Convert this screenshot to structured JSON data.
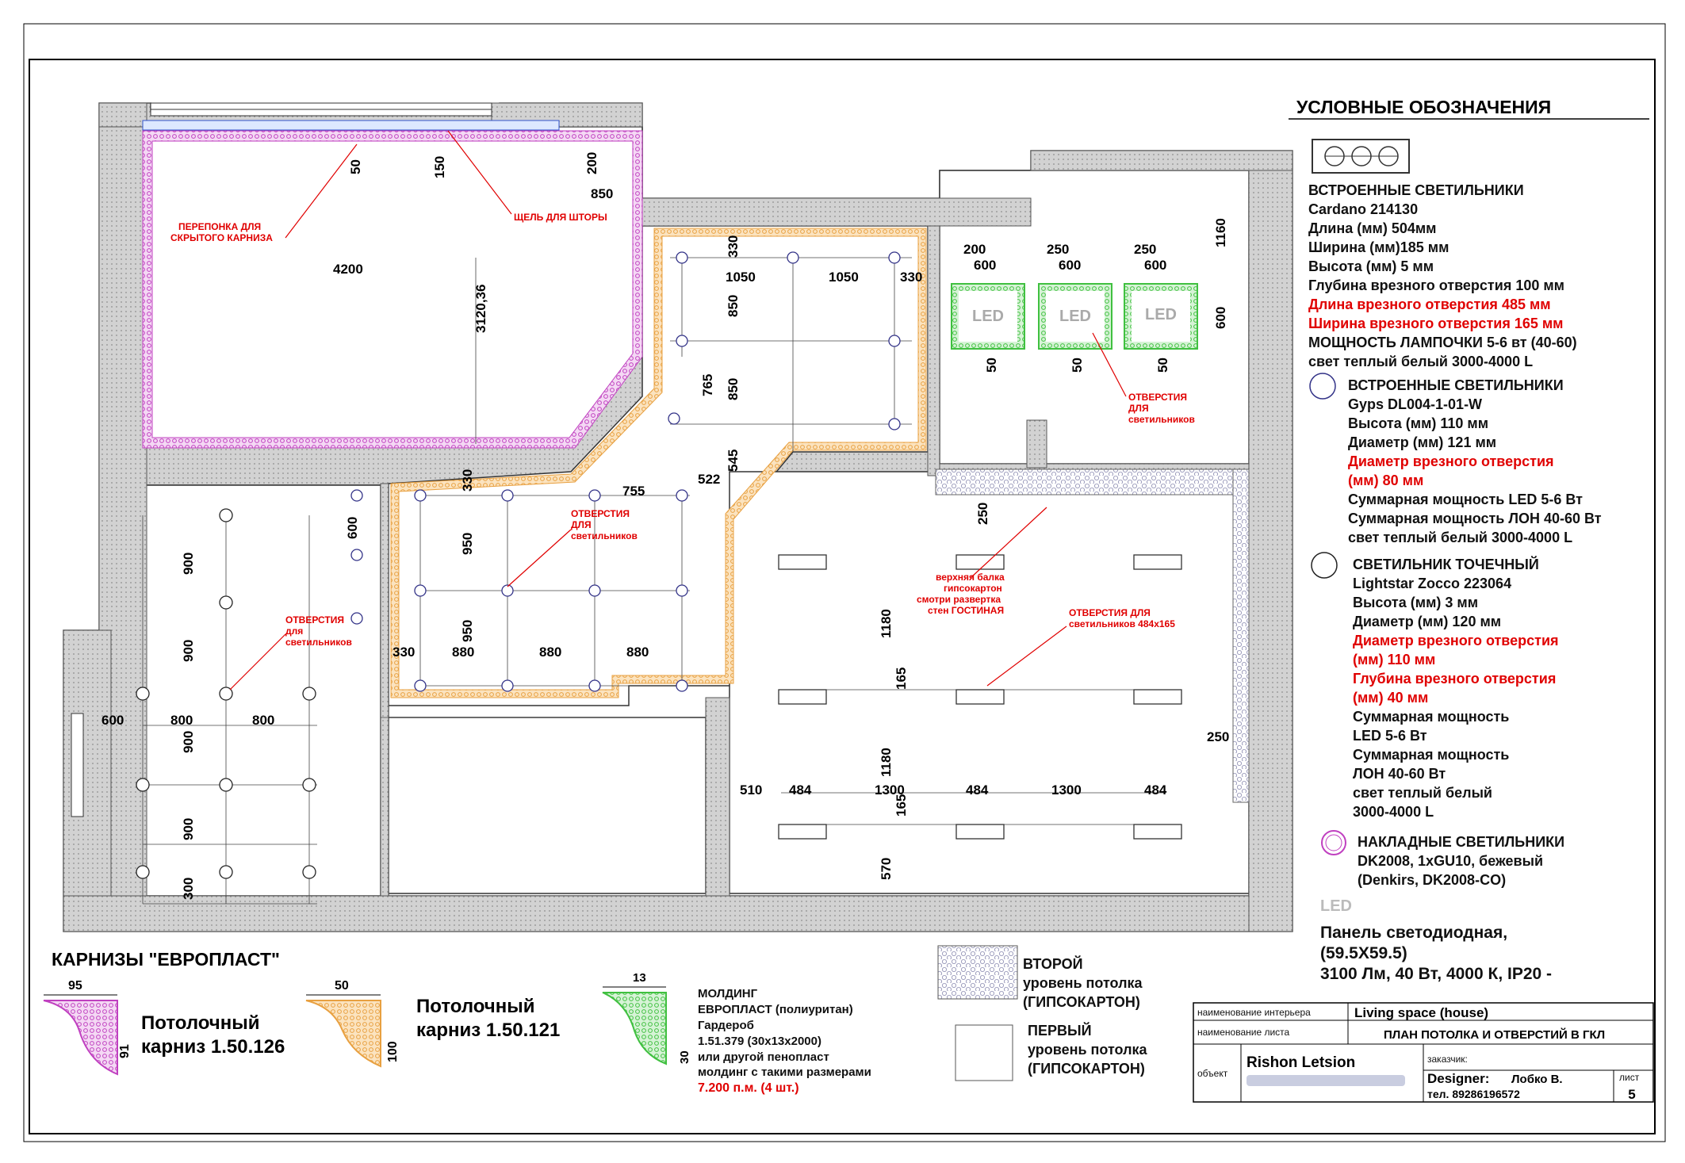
{
  "legend": {
    "title": "УСЛОВНЫЕ ОБОЗНАЧЕНИЯ",
    "recessed_panel": {
      "title": "ВСТРОЕННЫЕ СВЕТИЛЬНИКИ",
      "model": "Cardano 214130",
      "length": "Длина (мм) 504мм",
      "width": "Ширина (мм)185 мм",
      "height": "Высота (мм) 5 мм",
      "cut_depth": "Глубина врезного отверстия  100 мм",
      "cut_length": "Длина врезного отверстия  485 мм",
      "cut_width": "Ширина врезного отверстия 165 мм",
      "power": "МОЩНОСТЬ ЛАМПОЧКИ 5-6 вт (40-60)",
      "light": "свет теплый белый 3000-4000 L"
    },
    "recessed_round": {
      "title": "ВСТРОЕННЫЕ СВЕТИЛЬНИКИ",
      "model": "Gyps DL004-1-01-W",
      "height": "Высота (мм) 110 мм",
      "diameter": "Диаметр (мм) 121 мм",
      "cut_diameter_1": "Диаметр врезного отверстия",
      "cut_diameter_2": "(мм) 80 мм",
      "power_led": "Суммарная мощность LED 5-6 Вт",
      "power_lon": "Суммарная мощность ЛОН 40-60 Вт",
      "light": "свет теплый белый 3000-4000 L"
    },
    "spot": {
      "title": "СВЕТИЛЬНИК ТОЧЕЧНЫЙ",
      "model": "Lightstar Zocco 223064",
      "height": "Высота (мм) 3 мм",
      "diameter": "Диаметр (мм) 120 мм",
      "cut_diameter_1": "Диаметр врезного отверстия",
      "cut_diameter_2": "(мм) 110 мм",
      "cut_depth_1": "Глубина врезного отверстия",
      "cut_depth_2": "(мм) 40 мм",
      "power_1": "Суммарная мощность",
      "power_2": "LED 5-6 Вт",
      "power_3": "Суммарная мощность",
      "power_4": "ЛОН 40-60 Вт",
      "light_1": "свет теплый белый",
      "light_2": "3000-4000 L"
    },
    "surface": {
      "title": "НАКЛАДНЫЕ СВЕТИЛЬНИКИ",
      "model_1": "DK2008, 1xGU10, бежевый",
      "model_2": "(Denkirs, DK2008-CO)"
    },
    "led_panel": {
      "icon_label": "LED",
      "title": "Панель светодиодная,",
      "size": "(59.5X59.5)",
      "specs": "3100 Лм, 40 Вт, 4000 К, IP20 -"
    }
  },
  "cornices": {
    "title": "КАРНИЗЫ \"ЕВРОПЛАСТ\"",
    "c1": {
      "w": "95",
      "h": "91",
      "label_1": "Потолочный",
      "label_2": "карниз 1.50.126",
      "color": "#c040c0"
    },
    "c2": {
      "w": "50",
      "h": "100",
      "label_1": "Потолочный",
      "label_2": "карниз 1.50.121",
      "color": "#e0a040"
    },
    "c3": {
      "w": "13",
      "h": "30",
      "color": "#40c040",
      "lines": [
        "МОЛДИНГ",
        "ЕВРОПЛАСТ (полиуритан)",
        "Гардероб",
        "1.51.379 (30х13х2000)",
        "или другой пенопласт",
        "молдинг с такими размерами"
      ],
      "amount": "7.200 п.м. (4 шт.)"
    }
  },
  "ceiling_levels": {
    "second_1": "ВТОРОЙ",
    "second_2": "уровень потолка",
    "second_3": "(ГИПСОКАРТОН)",
    "first_1": "ПЕРВЫЙ",
    "first_2": "уровень потолка",
    "first_3": "(ГИПСОКАРТОН)"
  },
  "title_block": {
    "interior_label": "наименование интерьера",
    "interior_value": "Living space (house)",
    "sheet_label": "наименование листа",
    "sheet_value": "ПЛАН ПОТОЛКА И ОТВЕРСТИЙ В ГКЛ",
    "object_label": "объект",
    "object_value": "Rishon Letsion",
    "client_label": "заказчик:",
    "designer_label": "Designer:",
    "designer_value": "Лобко В.",
    "phone": "тел. 89286196572",
    "page_label": "лист",
    "page_value": "5"
  },
  "plan": {
    "dimensions": {
      "d50a": "50",
      "d150": "150",
      "d200a": "200",
      "d850a": "850",
      "d4200": "4200",
      "d3120": "3120,36",
      "d330a": "330",
      "d1050a": "1050",
      "d1050b": "1050",
      "d330b": "330",
      "d850b": "850",
      "d765": "765",
      "d850c": "850",
      "d545": "545",
      "d522": "522",
      "d755": "755",
      "d330c": "330",
      "d600a": "600",
      "d950a": "950",
      "d950b": "950",
      "d330d": "330",
      "d880a": "880",
      "d880b": "880",
      "d880c": "880",
      "d900a": "900",
      "d900b": "900",
      "d900c": "900",
      "d900d": "900",
      "d300": "300",
      "d600b": "600",
      "d800a": "800",
      "d800b": "800",
      "d200b": "200",
      "d250a": "250",
      "d250b": "250",
      "d600c": "600",
      "d600d": "600",
      "d600e": "600",
      "d1160": "1160",
      "d600f": "600",
      "d50b": "50",
      "d50c": "50",
      "d50d": "50",
      "d250c": "250",
      "d1180a": "1180",
      "d165a": "165",
      "d1180b": "1180",
      "d165b": "165",
      "d570": "570",
      "d250d": "250",
      "d510": "510",
      "d484a": "484",
      "d1300a": "1300",
      "d484b": "484",
      "d1300b": "1300",
      "d484c": "484"
    },
    "led_label": "LED",
    "notes": {
      "cornice_1": "ПЕРЕПОНКА ДЛЯ",
      "cornice_2": "СКРЫТОГО КАРНИЗА",
      "curtain": "ЩЕЛЬ ДЛЯ ШТОРЫ",
      "holes_a1": "ОТВЕРСТИЯ",
      "holes_a2": "ДЛЯ",
      "holes_a3": "светильников",
      "holes_b1": "ОТВЕРСТИЯ",
      "holes_b2": "ДЛЯ",
      "holes_b3": "светильников",
      "holes_c1": "ОТВЕРСТИЯ",
      "holes_c2": "для",
      "holes_c3": "светильников",
      "beam_1": "верхняя балка",
      "beam_2": "гипсокартон",
      "beam_3": "смотри развертка",
      "beam_4": "стен ГОСТИНАЯ",
      "holes_d1": "ОТВЕРСТИЯ ДЛЯ",
      "holes_d2": "светильников  484x165"
    }
  },
  "colors": {
    "accent_red": "#e00000",
    "wall_gray": "#cfcfcf",
    "purple": "#c040c0",
    "orange": "#e8a040",
    "green": "#40c040"
  }
}
